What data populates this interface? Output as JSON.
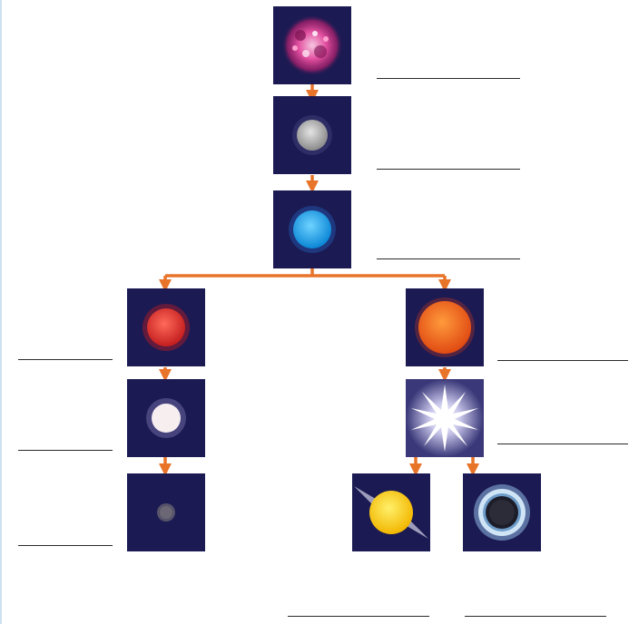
{
  "diagram": {
    "title": "",
    "stages": [
      {
        "id": "nebula",
        "icon": "nebula-icon",
        "answer": ""
      },
      {
        "id": "protostar",
        "icon": "protostar-icon",
        "answer": ""
      },
      {
        "id": "main-sequence-star",
        "icon": "main-sequence-star-icon",
        "answer": ""
      },
      {
        "id": "red-giant",
        "icon": "red-giant-icon",
        "answer": ""
      },
      {
        "id": "white-dwarf",
        "icon": "white-dwarf-icon",
        "answer": ""
      },
      {
        "id": "black-dwarf",
        "icon": "black-dwarf-icon",
        "answer": ""
      },
      {
        "id": "red-supergiant",
        "icon": "red-supergiant-icon",
        "answer": ""
      },
      {
        "id": "supernova",
        "icon": "supernova-icon",
        "answer": ""
      },
      {
        "id": "neutron-star",
        "icon": "neutron-star-icon",
        "answer": ""
      },
      {
        "id": "black-hole",
        "icon": "black-hole-icon",
        "answer": ""
      }
    ],
    "colors": {
      "tile_background": "#1b1a52",
      "arrow": "#e8742a",
      "answer_line": "#2a2a2a"
    }
  }
}
